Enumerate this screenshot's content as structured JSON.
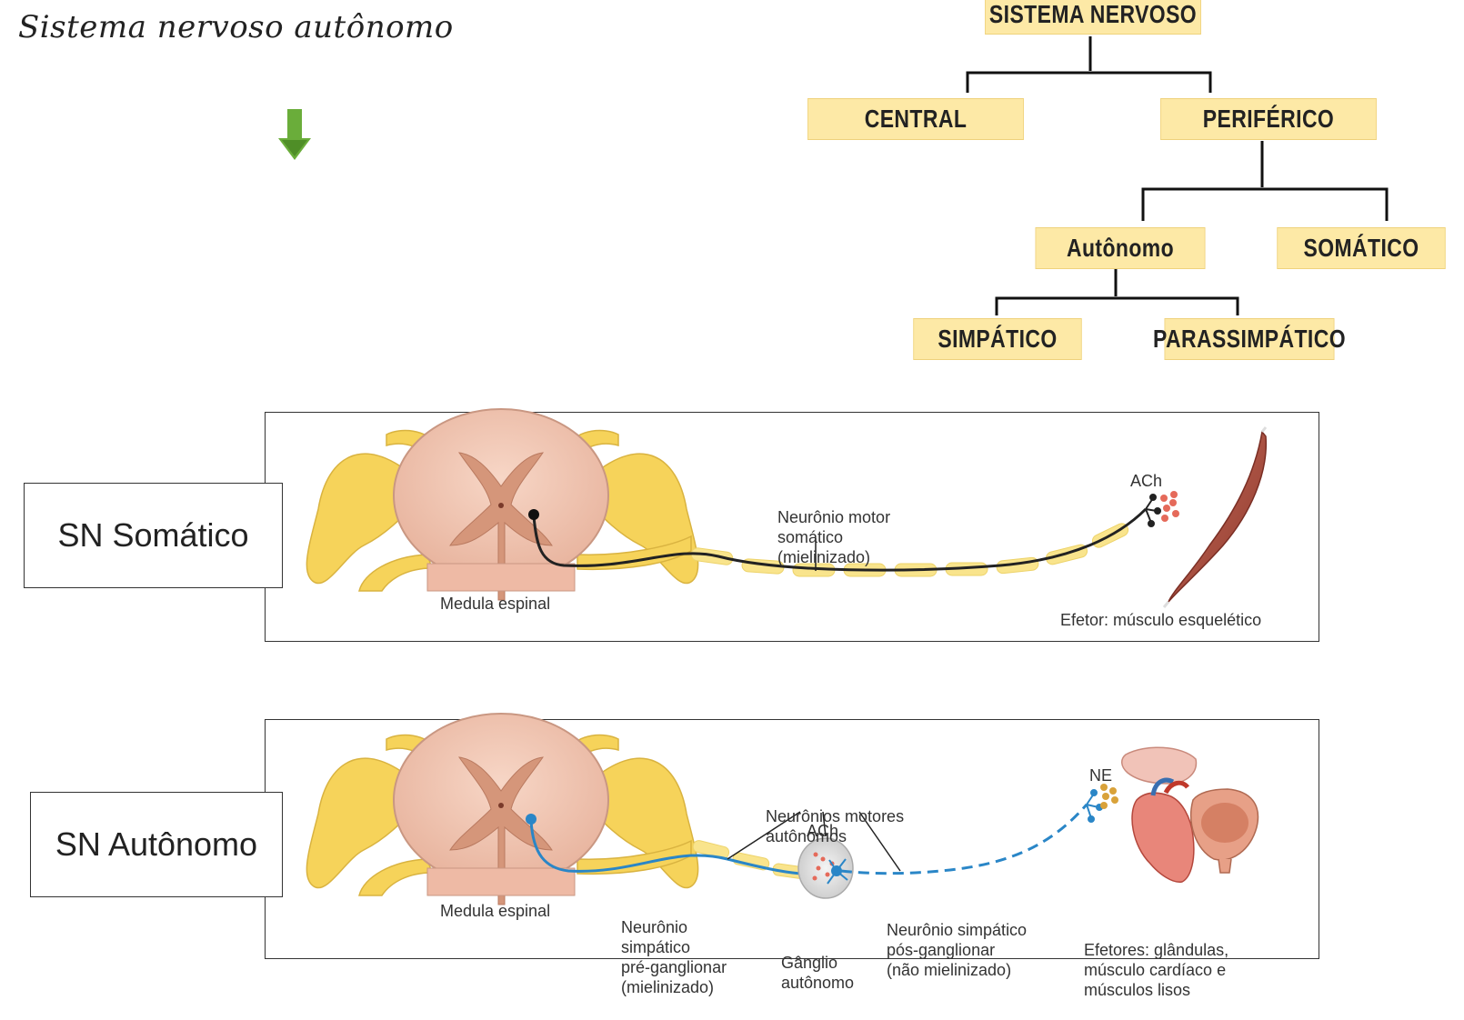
{
  "title": "Sistema nervoso autônomo",
  "hierarchy": {
    "root": "SISTEMA NERVOSO",
    "central": "CENTRAL",
    "peripheral": "PERIFÉRICO",
    "autonomic": "Autônomo",
    "somatic": "SOMÁTICO",
    "sympathetic": "SIMPÁTICO",
    "parasympathetic": "PARASSIMPÁTICO"
  },
  "colors": {
    "tree_box": "#fde9a6",
    "nerve_yellow": "#f6d35a",
    "myelin": "#f9e48c",
    "somatic_axon": "#222222",
    "autonomic_axon": "#2a86c7",
    "arrow_green": "#6aad3a",
    "muscle": "#a64a3c"
  },
  "somatic_panel": {
    "label": "SN Somático",
    "spinal_cord": "Medula espinal",
    "neuron": [
      "Neurônio motor",
      "somático",
      "(mielinizado)"
    ],
    "neurotransmitter": "ACh",
    "effector": "Efetor: músculo esquelético"
  },
  "autonomic_panel": {
    "label": "SN Autônomo",
    "spinal_cord": "Medula espinal",
    "motor_neurons": [
      "Neurônios motores",
      "autônomos"
    ],
    "ach": "ACh",
    "ne": "NE",
    "preganglionic": [
      "Neurônio",
      "simpático",
      "pré-ganglionar",
      "(mielinizado)"
    ],
    "ganglion": [
      "Gânglio",
      "autônomo"
    ],
    "postganglionic": [
      "Neurônio simpático",
      "pós-ganglionar",
      "(não mielinizado)"
    ],
    "effectors": [
      "Efetores: glândulas,",
      "músculo cardíaco e",
      "músculos lisos"
    ]
  }
}
